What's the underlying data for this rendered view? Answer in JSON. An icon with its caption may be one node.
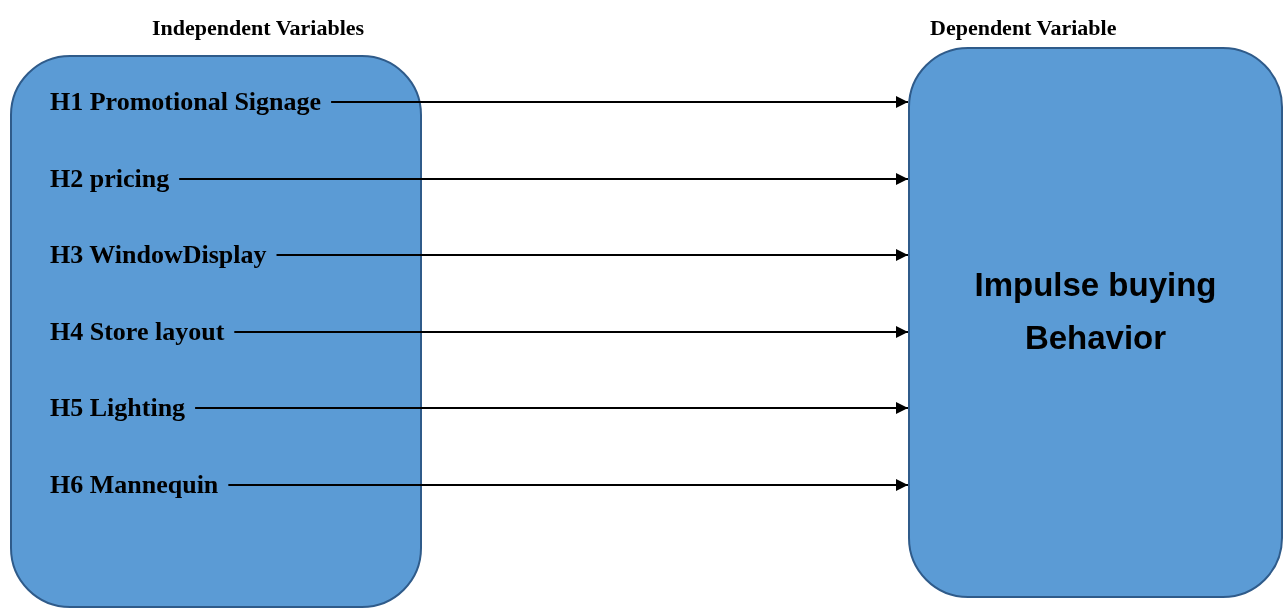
{
  "diagram": {
    "nodes": [
      {
        "text": [
          "Independent Variables"
        ]
      },
      {
        "text": [
          "H1 Promotional Signage"
        ],
        "in": 0
      },
      {
        "text": [
          "H2 pricing"
        ],
        "in": 0
      },
      {
        "text": [
          "H3 WindowDisplay"
        ],
        "in": 0
      },
      {
        "text": [
          "H4 Store layout"
        ],
        "in": 0
      },
      {
        "text": [
          "H5 Lighting"
        ],
        "in": 0
      },
      {
        "text": [
          "H6 Mannequin"
        ],
        "in": 0
      },
      {
        "text": [
          "Dependent Variable",
          "Impulse buying Behavior"
        ]
      }
    ],
    "edges": [
      {
        "from": 1,
        "to": 7,
        "arrow": "to"
      },
      {
        "from": 2,
        "to": 7,
        "arrow": "to"
      },
      {
        "from": 3,
        "to": 7,
        "arrow": "to"
      },
      {
        "from": 4,
        "to": 7,
        "arrow": "to"
      },
      {
        "from": 5,
        "to": 7,
        "arrow": "to"
      },
      {
        "from": 6,
        "to": 7,
        "arrow": "to"
      }
    ]
  }
}
